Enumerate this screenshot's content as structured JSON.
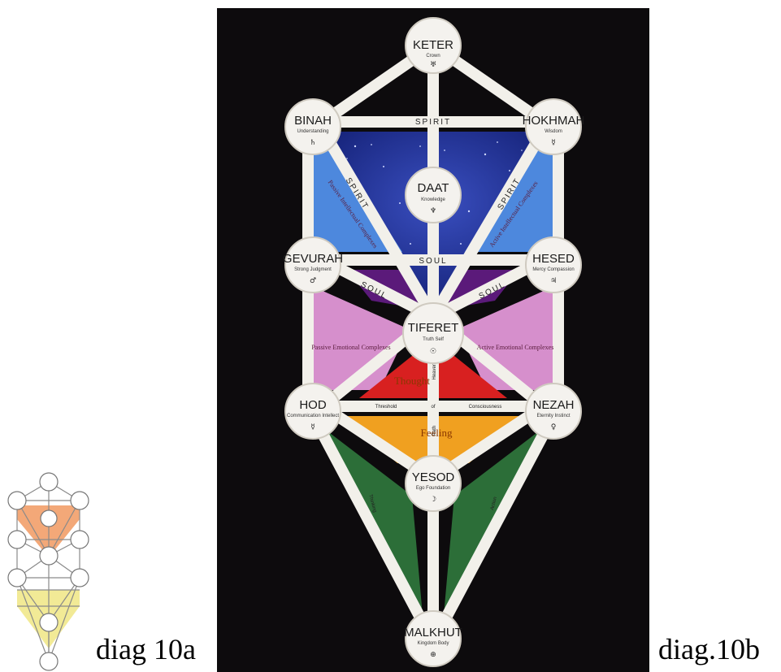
{
  "captions": {
    "left": "diag 10a",
    "right": "diag.10b"
  },
  "sefirot": {
    "keter": {
      "name": "KETER",
      "sub": "Crown",
      "symbol": "♅"
    },
    "binah": {
      "name": "BINAH",
      "sub": "Understanding",
      "symbol": "♄"
    },
    "hokhmah": {
      "name": "HOKHMAH",
      "sub": "Wisdom",
      "symbol": "☿"
    },
    "daat": {
      "name": "DAAT",
      "sub": "Knowledge",
      "symbol": "♆"
    },
    "gevurah": {
      "name": "GEVURAH",
      "sub": "Strong Judgment",
      "symbol": "♂"
    },
    "hesed": {
      "name": "HESED",
      "sub": "Mercy Compassion",
      "symbol": "♃"
    },
    "tiferet": {
      "name": "TIFERET",
      "sub": "Truth Self",
      "symbol": "☉"
    },
    "hod": {
      "name": "HOD",
      "sub": "Communication Intellect",
      "symbol": "☿"
    },
    "nezah": {
      "name": "NEZAH",
      "sub": "Eternity Instinct",
      "symbol": "♀"
    },
    "yesod": {
      "name": "YESOD",
      "sub": "Ego Foundation",
      "symbol": "☽"
    },
    "malkhut": {
      "name": "MALKHUT",
      "sub": "Kingdom Body",
      "symbol": "⊕"
    }
  },
  "bands": {
    "spirit_top": "SPIRIT",
    "spirit_left": "SPIRIT",
    "spirit_right": "SPIRIT",
    "soul_mid": "SOUL",
    "soul_left": "SOUL",
    "soul_right": "SOUL",
    "threshold_left": "Threshold",
    "threshold_mid": "of",
    "threshold_right": "Consciousness",
    "thought": "Thought",
    "feeling": "Feeling",
    "path_upper": "Heavenly",
    "path_lower": "Path",
    "action_left": "Thinking",
    "action_right": "Action"
  },
  "regions": {
    "left_spirit": "Passive Intellectual Complexes",
    "right_spirit": "Active Intellectual Complexes",
    "left_emotion": "Passive Emotional Complexes",
    "right_emotion": "Active Emotional Complexes"
  },
  "colors": {
    "background": "#0d0b0d",
    "spirit_navy": "#1f2f95",
    "spirit_blue": "#4d88dd",
    "soul_purple": "#5b1a7a",
    "emotion_pink": "#d68fcc",
    "thought_red": "#d82020",
    "feeling_orange": "#f0a020",
    "action_green": "#2c6e38",
    "path_white": "#f2f0ea",
    "small_orange": "#f3a878",
    "small_yellow": "#f2ea96"
  }
}
